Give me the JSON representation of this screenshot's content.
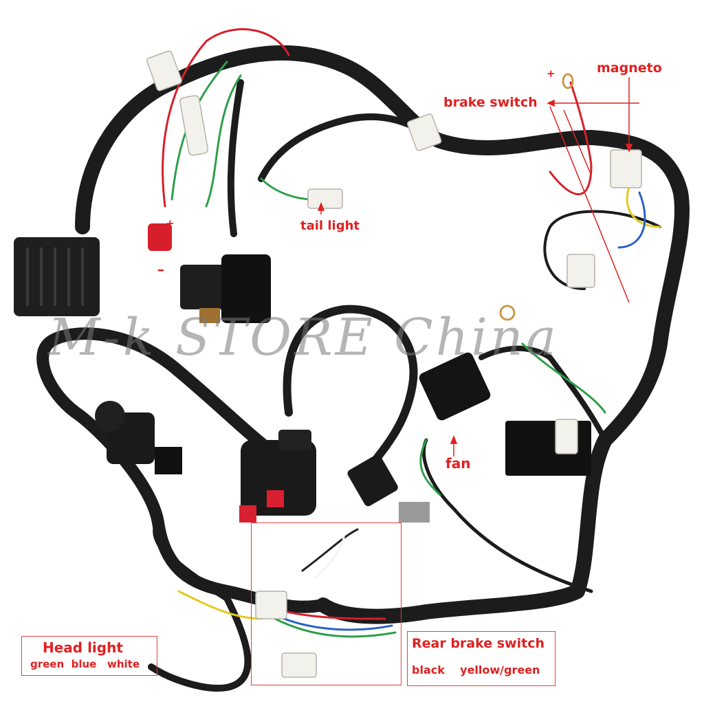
{
  "labels": {
    "magneto": "magneto",
    "brake_switch": "brake switch",
    "plus_top": "+",
    "tail_light": "tail light",
    "plus_left": "+",
    "minus_left": "–",
    "fan": "fan",
    "head_light_title": "Head light",
    "head_light_colors": "green  blue   white",
    "rear_brake_title": "Rear brake switch",
    "rear_brake_colors": "black    yellow/green"
  },
  "watermark": "M-k STORE  China",
  "colors": {
    "annotation": "#e02020",
    "harness": "#1a1a1a",
    "wire_red": "#d61f2a",
    "wire_green": "#2e9e4a",
    "wire_blue": "#2a62c9",
    "wire_yellow": "#e2c91f",
    "connector": "#f2f0ea"
  }
}
